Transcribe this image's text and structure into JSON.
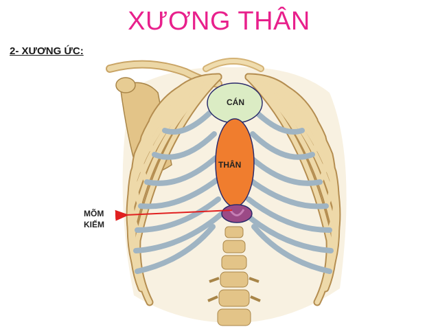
{
  "title": "XƯƠNG THÂN",
  "section": "2- XƯƠNG ỨC:",
  "labels": {
    "manubrium": "CÁN",
    "body": "THÂN",
    "xiphoid_line1": "MÕM",
    "xiphoid_line2": "KIẾM"
  },
  "colors": {
    "title": "#e8208c",
    "manubrium_fill": "#dbecc4",
    "body_fill": "#f07d2e",
    "xiphoid_fill": "#9b4a86",
    "arrow": "#e02020",
    "bone": "#e9cf96",
    "cartilage": "#a9bcc9"
  }
}
